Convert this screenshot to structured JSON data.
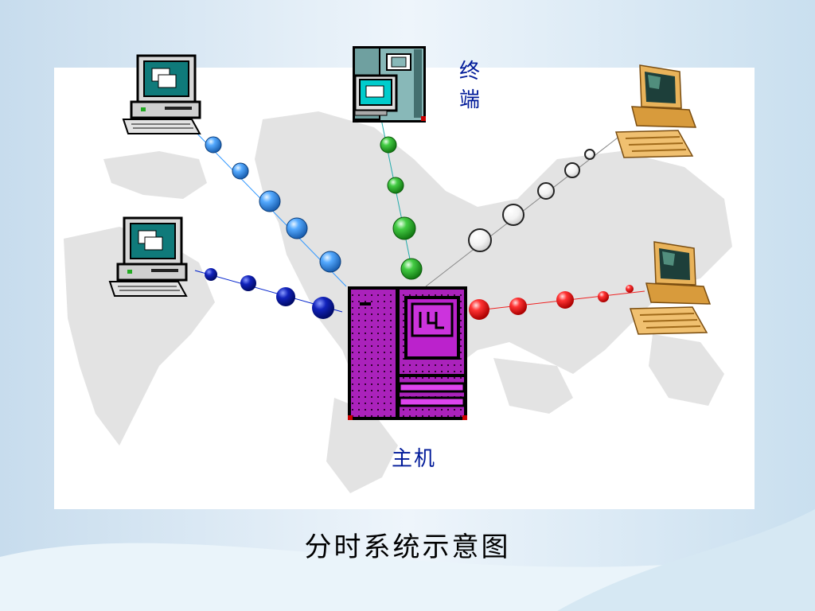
{
  "slide": {
    "caption": "分时系统示意图"
  },
  "diagram": {
    "host_label": "主机",
    "terminal_label": "终端",
    "nodes": [
      {
        "name": "host",
        "icon": "mainframe-icon",
        "color": "#9900aa"
      },
      {
        "name": "terminal-top",
        "icon": "terminal-icon"
      },
      {
        "name": "pc-top-left",
        "icon": "computer-icon"
      },
      {
        "name": "pc-mid-left",
        "icon": "computer-icon"
      },
      {
        "name": "pc-top-right",
        "icon": "computer-icon"
      },
      {
        "name": "pc-mid-right",
        "icon": "computer-icon"
      }
    ],
    "links": [
      {
        "from": "pc-top-left",
        "to": "host",
        "color": "#3399ff"
      },
      {
        "from": "pc-mid-left",
        "to": "host",
        "color": "#0022cc"
      },
      {
        "from": "terminal-top",
        "to": "host",
        "color": "#22aa22"
      },
      {
        "from": "pc-top-right",
        "to": "host",
        "color": "#cccccc"
      },
      {
        "from": "pc-mid-right",
        "to": "host",
        "color": "#ee1111"
      }
    ]
  }
}
